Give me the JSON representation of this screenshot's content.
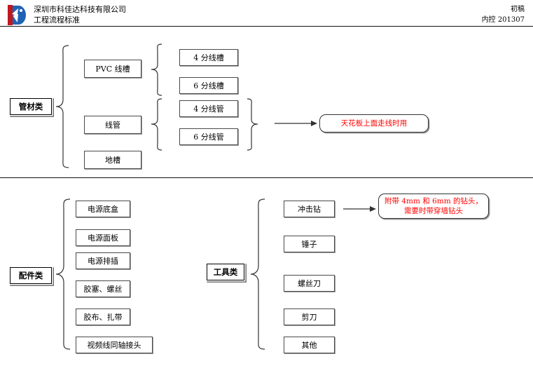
{
  "header": {
    "logo_name": "kejiada-logo",
    "company_line1": "深圳市科佳达科技有限公司",
    "company_line2": "工程流程标准",
    "doc_status": "初稿",
    "doc_code": "内控 201307",
    "colors": {
      "logo_red": "#c0181f",
      "logo_blue": "#1f63b4",
      "note_red": "#ff0000"
    }
  },
  "section_pipe": {
    "category": "管材类",
    "level1": [
      {
        "label": "PVC 线槽"
      },
      {
        "label": "线管"
      },
      {
        "label": "地槽"
      }
    ],
    "pvc_children": [
      {
        "label": "4 分线槽"
      },
      {
        "label": "6 分线槽"
      }
    ],
    "conduit_children": [
      {
        "label": "4 分线管"
      },
      {
        "label": "6 分线管"
      }
    ],
    "note": {
      "line1": "天花板上面走线时用"
    }
  },
  "section_parts": {
    "category": "配件类",
    "items": [
      {
        "label": "电源底盒"
      },
      {
        "label": "电源面板"
      },
      {
        "label": "电源排插"
      },
      {
        "label": "胶塞、螺丝"
      },
      {
        "label": "胶布、扎带"
      },
      {
        "label": "视频线同轴接头"
      }
    ]
  },
  "section_tools": {
    "category": "工具类",
    "items": [
      {
        "label": "冲击钻"
      },
      {
        "label": "锤子"
      },
      {
        "label": "螺丝刀"
      },
      {
        "label": "剪刀"
      },
      {
        "label": "其他"
      }
    ],
    "note": {
      "line1": "附带 4mm 和 6mm 的钻头，",
      "line2": "需要时带穿墙钻头"
    }
  }
}
